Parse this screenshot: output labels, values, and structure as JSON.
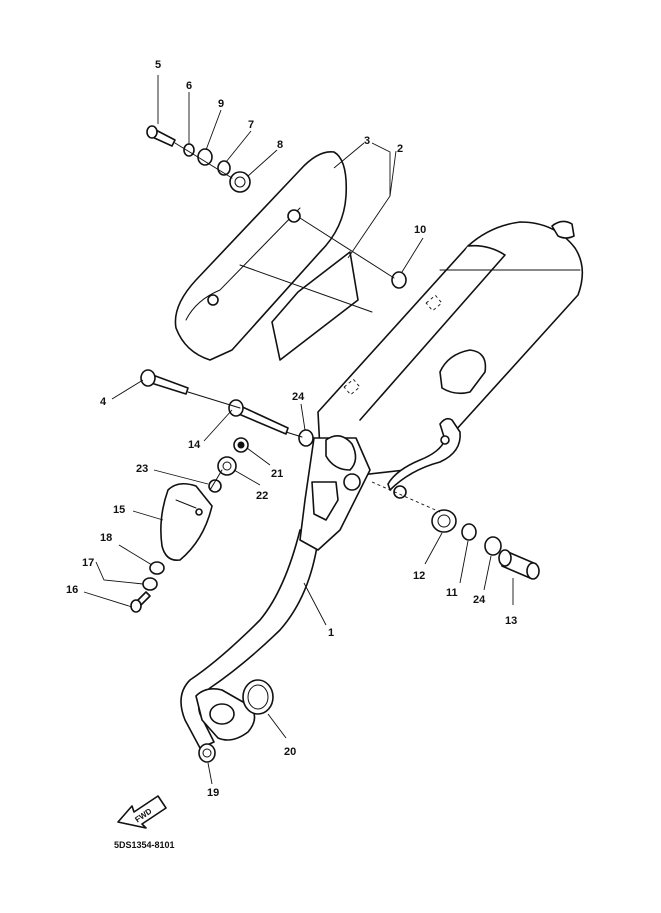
{
  "diagram": {
    "part_code": "5DS1354-8101",
    "fwd_label": "FWD",
    "callouts": {
      "c1": "1",
      "c2": "2",
      "c3": "3",
      "c4": "4",
      "c5": "5",
      "c6": "6",
      "c7": "7",
      "c8": "8",
      "c9": "9",
      "c10": "10",
      "c11": "11",
      "c12": "12",
      "c13": "13",
      "c14": "14",
      "c15": "15",
      "c16": "16",
      "c17": "17",
      "c18": "18",
      "c19": "19",
      "c20": "20",
      "c21": "21",
      "c22": "22",
      "c23": "23",
      "c24a": "24",
      "c24b": "24"
    }
  }
}
